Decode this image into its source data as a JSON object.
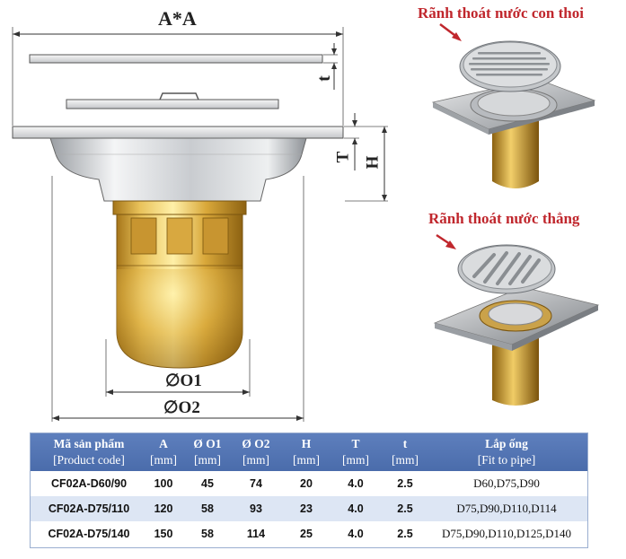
{
  "diagram": {
    "label_AA": "A*A",
    "label_t": "t",
    "label_T": "T",
    "label_H": "H",
    "label_O1": "∅O1",
    "label_O2": "∅O2"
  },
  "products": {
    "shuttle_label": "Rãnh thoát nước con thoi",
    "straight_label": "Rãnh thoát nước thẳng"
  },
  "table": {
    "headers": [
      {
        "l1": "Mã sản phẩm",
        "l2": "[Product code]"
      },
      {
        "l1": "A",
        "l2": "[mm]"
      },
      {
        "l1": "Ø O1",
        "l2": "[mm]"
      },
      {
        "l1": "Ø O2",
        "l2": "[mm]"
      },
      {
        "l1": "H",
        "l2": "[mm]"
      },
      {
        "l1": "T",
        "l2": "[mm]"
      },
      {
        "l1": "t",
        "l2": "[mm]"
      },
      {
        "l1": "Lắp ống",
        "l2": "[Fit to pipe]"
      }
    ],
    "rows": [
      [
        "CF02A-D60/90",
        "100",
        "45",
        "74",
        "20",
        "4.0",
        "2.5",
        "D60,D75,D90"
      ],
      [
        "CF02A-D75/110",
        "120",
        "58",
        "93",
        "23",
        "4.0",
        "2.5",
        "D75,D90,D110,D114"
      ],
      [
        "CF02A-D75/140",
        "150",
        "58",
        "114",
        "25",
        "4.0",
        "2.5",
        "D75,D90,D110,D125,D140"
      ]
    ]
  }
}
